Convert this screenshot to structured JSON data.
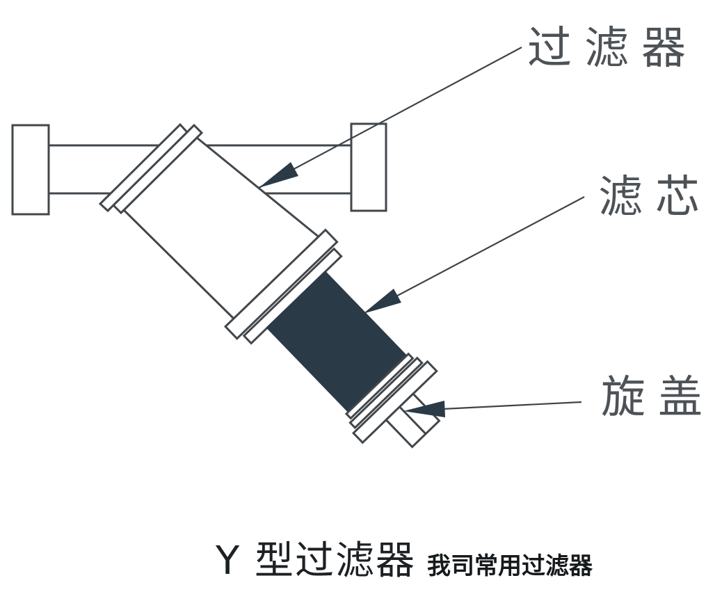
{
  "diagram": {
    "type": "technical-part-diagram",
    "subject": "Y-type strainer",
    "part_labels": [
      {
        "id": "strainer-body",
        "text": "过滤器"
      },
      {
        "id": "filter-element",
        "text": "滤芯"
      },
      {
        "id": "screw-cap",
        "text": "旋盖"
      }
    ],
    "caption": {
      "title": "Y 型过滤器",
      "subtitle": "我司常用过滤器"
    },
    "colors": {
      "background": "#ffffff",
      "line": "#42474c",
      "dark_element_fill": "#2b3a47",
      "arrowhead": "#2b3a47",
      "part_label_text": "#4d5257",
      "caption_text": "#1e2124"
    }
  }
}
